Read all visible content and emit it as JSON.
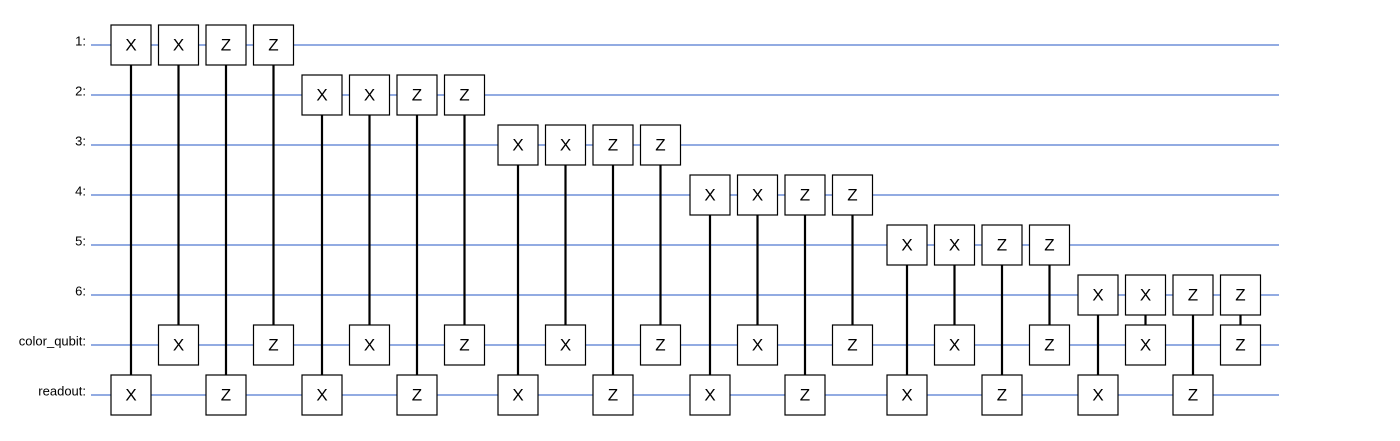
{
  "circuit": {
    "qubits": [
      "1:",
      "2:",
      "3:",
      "4:",
      "5:",
      "6:",
      "color_qubit:",
      "readout:"
    ],
    "blocks": [
      {
        "moments": [
          [
            {
              "q": 0,
              "g": "X"
            },
            {
              "q": 7,
              "g": "X"
            }
          ],
          [
            {
              "q": 0,
              "g": "X"
            },
            {
              "q": 6,
              "g": "X"
            }
          ],
          [
            {
              "q": 0,
              "g": "Z"
            },
            {
              "q": 7,
              "g": "Z"
            }
          ],
          [
            {
              "q": 0,
              "g": "Z"
            },
            {
              "q": 6,
              "g": "Z"
            }
          ]
        ]
      },
      {
        "moments": [
          [
            {
              "q": 1,
              "g": "X"
            },
            {
              "q": 7,
              "g": "X"
            }
          ],
          [
            {
              "q": 1,
              "g": "X"
            },
            {
              "q": 6,
              "g": "X"
            }
          ],
          [
            {
              "q": 1,
              "g": "Z"
            },
            {
              "q": 7,
              "g": "Z"
            }
          ],
          [
            {
              "q": 1,
              "g": "Z"
            },
            {
              "q": 6,
              "g": "Z"
            }
          ]
        ]
      },
      {
        "moments": [
          [
            {
              "q": 2,
              "g": "X"
            },
            {
              "q": 7,
              "g": "X"
            }
          ],
          [
            {
              "q": 2,
              "g": "X"
            },
            {
              "q": 6,
              "g": "X"
            }
          ],
          [
            {
              "q": 2,
              "g": "Z"
            },
            {
              "q": 7,
              "g": "Z"
            }
          ],
          [
            {
              "q": 2,
              "g": "Z"
            },
            {
              "q": 6,
              "g": "Z"
            }
          ]
        ]
      },
      {
        "moments": [
          [
            {
              "q": 3,
              "g": "X"
            },
            {
              "q": 7,
              "g": "X"
            }
          ],
          [
            {
              "q": 3,
              "g": "X"
            },
            {
              "q": 6,
              "g": "X"
            }
          ],
          [
            {
              "q": 3,
              "g": "Z"
            },
            {
              "q": 7,
              "g": "Z"
            }
          ],
          [
            {
              "q": 3,
              "g": "Z"
            },
            {
              "q": 6,
              "g": "Z"
            }
          ]
        ]
      },
      {
        "moments": [
          [
            {
              "q": 4,
              "g": "X"
            },
            {
              "q": 7,
              "g": "X"
            }
          ],
          [
            {
              "q": 4,
              "g": "X"
            },
            {
              "q": 6,
              "g": "X"
            }
          ],
          [
            {
              "q": 4,
              "g": "Z"
            },
            {
              "q": 7,
              "g": "Z"
            }
          ],
          [
            {
              "q": 4,
              "g": "Z"
            },
            {
              "q": 6,
              "g": "Z"
            }
          ]
        ]
      },
      {
        "moments": [
          [
            {
              "q": 5,
              "g": "X"
            },
            {
              "q": 7,
              "g": "X"
            }
          ],
          [
            {
              "q": 5,
              "g": "X"
            },
            {
              "q": 6,
              "g": "X"
            }
          ],
          [
            {
              "q": 5,
              "g": "Z"
            },
            {
              "q": 7,
              "g": "Z"
            }
          ],
          [
            {
              "q": 5,
              "g": "Z"
            },
            {
              "q": 6,
              "g": "Z"
            }
          ]
        ]
      }
    ],
    "colors": {
      "wire": "#6f8fd8",
      "gate_stroke": "#000000",
      "gate_fill": "#ffffff",
      "connector": "#000000"
    }
  }
}
